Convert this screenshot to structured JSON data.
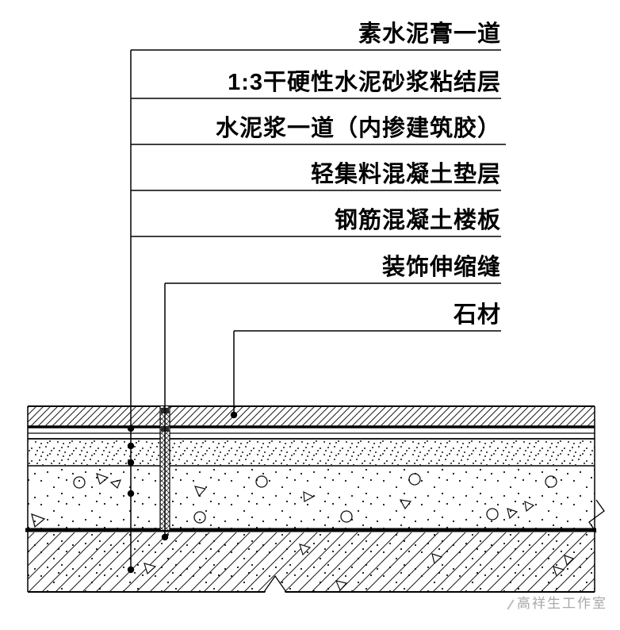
{
  "diagram": {
    "labels": {
      "cement_paste": "素水泥膏一道",
      "bonding_mortar": "1:3干硬性水泥砂浆粘结层",
      "cement_slurry": "水泥浆一道（内掺建筑胶）",
      "concrete_cushion": "轻集料混凝土垫层",
      "rc_slab": "钢筋混凝土楼板",
      "expansion_joint": "装饰伸缩缝",
      "stone": "石材"
    },
    "watermark": "高祥生工作室",
    "colors": {
      "ink": "#000000",
      "watermark": "#a9a9a9",
      "background": "#ffffff"
    }
  }
}
